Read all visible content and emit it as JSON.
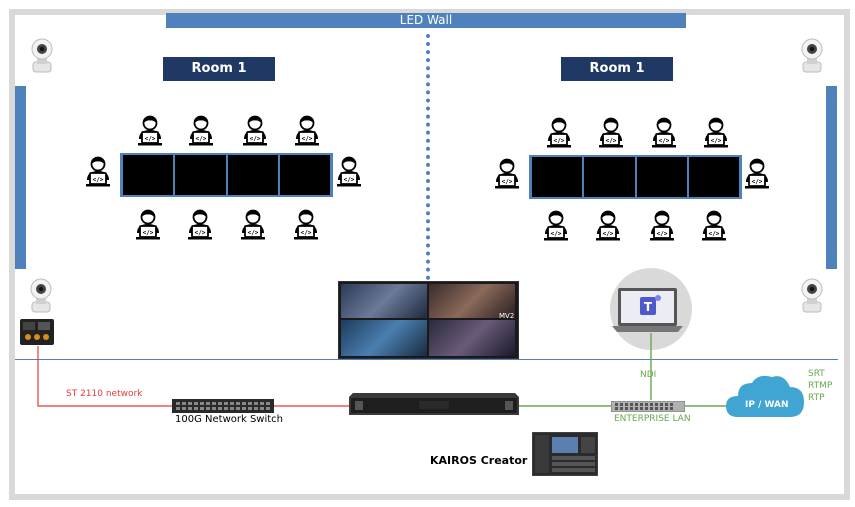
{
  "led_wall": {
    "label": "LED Wall"
  },
  "rooms": [
    {
      "title": "Room 1"
    },
    {
      "title": "Room 1"
    }
  ],
  "devices": {
    "switch_label": "100G Network Switch",
    "kairos_label": "KAIROS Creator",
    "lan_label": "ENTERPRISE LAN",
    "cloud_label": "IP / WAN",
    "ndi_label": "NDI",
    "st2110_label": "ST 2110 network",
    "protocols": [
      "SRT",
      "RTMP",
      "RTP"
    ]
  },
  "multiviewer": {
    "tag": "MV2"
  },
  "colors": {
    "accent": "#4f81bd",
    "room_title_bg": "#1f3864",
    "st2110_line": "#e83b3b",
    "green_line": "#6aa84f",
    "cloud": "#41a5d4"
  },
  "icons": [
    "camera-icon",
    "person-laptop-icon",
    "teams-icon",
    "cloud-icon",
    "switch-icon",
    "server-icon"
  ]
}
